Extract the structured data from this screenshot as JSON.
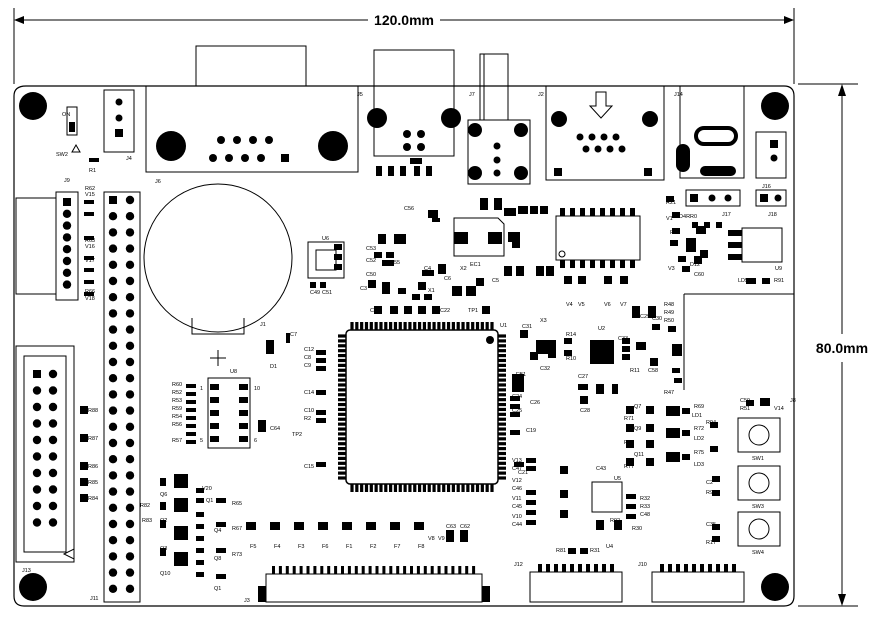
{
  "dimensions": {
    "width_label": "120.0mm",
    "height_label": "80.0mm"
  },
  "labels": {
    "J1": "J1",
    "J2": "J2",
    "J3": "J3",
    "J4": "J4",
    "J5": "J5",
    "J6": "J6",
    "J7": "J7",
    "J8": "J8",
    "J9": "J9",
    "J10": "J10",
    "J11": "J11",
    "J12": "J12",
    "J13": "J13",
    "J14": "J14",
    "J16": "J16",
    "J17": "J17",
    "J18": "J18",
    "U1": "U1",
    "U2": "U2",
    "U3": "U3",
    "U4": "U4",
    "U5": "U5",
    "U6": "U6",
    "U7": "U7",
    "U8": "U8",
    "U9": "U9",
    "SW1": "SW1",
    "SW2": "SW2",
    "SW3": "SW3",
    "SW4": "SW4",
    "ON": "ON",
    "EC1": "EC1",
    "X1": "X1",
    "X2": "X2",
    "X3": "X3",
    "TP1": "TP1",
    "TP2": "TP2",
    "D1": "D1",
    "FB1": "FB1",
    "LD4RR0": "LD4RR0",
    "LD5": "LD5",
    "D12": "D12",
    "R1": "R1",
    "R10": "R10",
    "R11": "R11",
    "R14": "R14",
    "R17": "R17",
    "R21": "R21",
    "R23": "R23",
    "R30": "R30",
    "R31": "R31",
    "R32": "R32",
    "R33": "R33",
    "R47": "R47",
    "R48": "R48",
    "R49": "R49",
    "R50": "R50",
    "R51": "R51",
    "R60": "R60",
    "R61": "R61",
    "R62": "R62",
    "R63": "R63",
    "R64": "R64",
    "R65": "R65",
    "R66": "R66",
    "R67": "R67",
    "R68": "R68",
    "R69": "R69",
    "R71": "R71",
    "R72": "R72",
    "R73": "R73",
    "R74": "R74",
    "R75": "R75",
    "R76": "R76",
    "R77": "R77",
    "R80": "R80",
    "R81": "R81",
    "R82": "R82",
    "R83": "R83",
    "R84": "R84",
    "R85": "R85",
    "R86": "R86",
    "R87": "R87",
    "R88": "R88",
    "R91": "R91",
    "R92": "R92",
    "R93": "R93",
    "R94": "R94",
    "R2": "R2",
    "R52": "R52",
    "R53": "R53",
    "R54": "R54",
    "R55": "R55",
    "R56": "R56",
    "R57": "R57",
    "R59": "R59",
    "C2": "C2",
    "C3": "C3",
    "C4": "C4",
    "C5": "C5",
    "C6": "C6",
    "C7": "C7",
    "C8": "C8",
    "C9": "C9",
    "C10": "C10",
    "C11": "C11",
    "C12": "C12",
    "C14": "C14",
    "C15": "C15",
    "C19": "C19",
    "C21": "C21",
    "C22": "C22",
    "C24": "C24",
    "C25": "C25",
    "C26": "C26",
    "C27": "C27",
    "C28": "C28",
    "C29": "C29",
    "C30": "C30",
    "C31": "C31",
    "C32": "C32",
    "C33": "C33",
    "C35": "C35",
    "C43": "C43",
    "C44": "C44",
    "C45": "C45",
    "C46": "C46",
    "C47": "C47",
    "C48": "C48",
    "C49": "C49",
    "C50": "C50",
    "C51": "C51",
    "C52": "C52",
    "C53": "C53",
    "C54": "C54",
    "C55": "C55",
    "C56": "C56",
    "C58": "C58",
    "C59": "C59",
    "C60": "C60",
    "C61": "C61",
    "C62": "C62",
    "C63": "C63",
    "C64": "C64",
    "F1": "F1",
    "F2": "F2",
    "F3": "F3",
    "F4": "F4",
    "F5": "F5",
    "F6": "F6",
    "F7": "F7",
    "F8": "F8",
    "Q1": "Q1",
    "Q2": "Q2",
    "Q3": "Q3",
    "Q4": "Q4",
    "Q5": "Q5",
    "Q6": "Q6",
    "Q7": "Q7",
    "Q8": "Q8",
    "Q9": "Q9",
    "Q10": "Q10",
    "Q11": "Q11",
    "LD1": "LD1",
    "LD2": "LD2",
    "LD3": "LD3",
    "V1": "V1",
    "V3": "V3",
    "V4": "V4",
    "V5": "V5",
    "V6": "V6",
    "V7": "V7",
    "V8": "V8",
    "V9": "V9",
    "V10": "V10",
    "V11": "V11",
    "V12": "V12",
    "V13": "V13",
    "V14": "V14",
    "V15": "V15",
    "V16": "V16",
    "V17": "V17",
    "V18": "V18",
    "V19": "V19",
    "V20": "V20",
    "pin1": "1",
    "pin5": "5",
    "pin6": "6",
    "pin10": "10"
  }
}
